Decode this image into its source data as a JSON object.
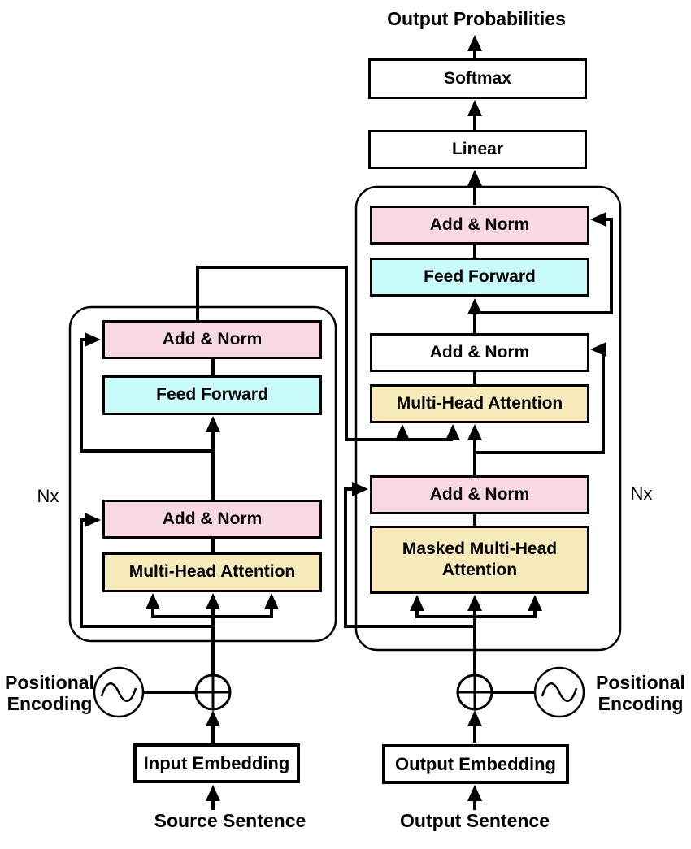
{
  "title": "Output Probabilities",
  "colors": {
    "pink": "#F8D8E4",
    "cyan": "#CAFBFB",
    "yellow": "#F7EABB",
    "white": "#FFFFFF",
    "line": "#000000"
  },
  "output_head": {
    "softmax_label": "Softmax",
    "linear_label": "Linear"
  },
  "decoder": {
    "nx_label": "Nx",
    "layers": {
      "add_norm_top": "Add & Norm",
      "feed_forward": "Feed Forward",
      "add_norm_mid": "Add & Norm",
      "multi_head_attention": "Multi-Head Attention",
      "add_norm_bottom": "Add & Norm",
      "masked_multi_head_attention": "Masked Multi-Head Attention"
    },
    "embedding_label": "Output Embedding",
    "input_label": "Output Sentence",
    "positional_encoding_label": "Positional Encoding"
  },
  "encoder": {
    "nx_label": "Nx",
    "layers": {
      "add_norm_top": "Add & Norm",
      "feed_forward": "Feed Forward",
      "add_norm_bottom": "Add & Norm",
      "multi_head_attention": "Multi-Head Attention"
    },
    "embedding_label": "Input Embedding",
    "input_label": "Source Sentence",
    "positional_encoding_label": "Positional Encoding"
  }
}
